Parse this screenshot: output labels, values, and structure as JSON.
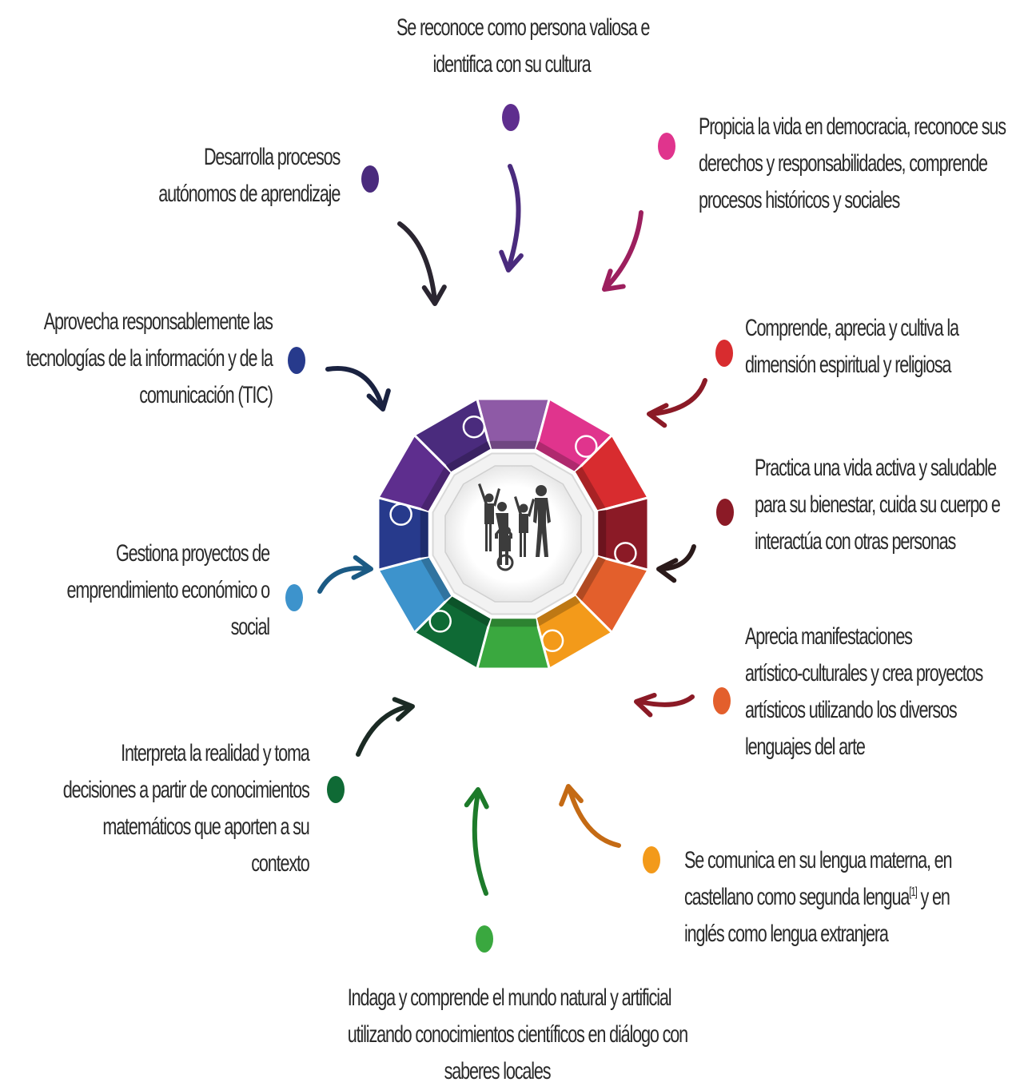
{
  "colors": {
    "purple_light": "#8e5aa6",
    "pink": "#e0348d",
    "red": "#d82c2f",
    "maroon": "#8b1a26",
    "orange": "#e35f2c",
    "amber": "#f39a1a",
    "green_light": "#3aa83f",
    "green_dark": "#0f6a35",
    "sky_blue": "#3d93cc",
    "navy": "#273a8c",
    "violet": "#5e2e8e",
    "indigo": "#4a2b7d"
  },
  "center_icon": "family-silhouette-icon",
  "competencies": [
    {
      "id": "top",
      "lines": [
        "Se reconoce como persona valiosa e",
        "identifica con su cultura"
      ]
    },
    {
      "id": "top-right",
      "lines": [
        "Propicia la vida en democracia, reconoce sus",
        "derechos y responsabilidades, comprende",
        "procesos históricos y sociales"
      ]
    },
    {
      "id": "right-1",
      "lines": [
        "Comprende, aprecia y cultiva la",
        "dimensión espiritual y religiosa"
      ]
    },
    {
      "id": "right-2",
      "lines": [
        "Practica una vida activa y saludable",
        "para su bienestar, cuida su cuerpo e",
        "interactúa con otras personas"
      ]
    },
    {
      "id": "right-3",
      "lines": [
        "Aprecia manifestaciones",
        "artístico-culturales y crea proyectos",
        "artísticos utilizando los diversos",
        "lenguajes del arte"
      ]
    },
    {
      "id": "bottom-right",
      "lines": [
        "Se comunica en su lengua materna, en",
        "castellano como segunda lengua",
        "[1]",
        " y en",
        "inglés como lengua extranjera"
      ]
    },
    {
      "id": "bottom",
      "lines": [
        "Indaga y comprende el mundo natural y artificial",
        "utilizando conocimientos científicos en diálogo con",
        "saberes locales"
      ]
    },
    {
      "id": "left-4",
      "lines": [
        "Interpreta la realidad y toma",
        "decisiones a partir de conocimientos",
        "matemáticos que aporten a su",
        "contexto"
      ]
    },
    {
      "id": "left-3",
      "lines": [
        "Gestiona proyectos de",
        "emprendimiento económico o",
        "social"
      ]
    },
    {
      "id": "left-2",
      "lines": [
        "Aprovecha responsablemente las",
        "tecnologías de la información y de la",
        "comunicación (TIC)"
      ]
    },
    {
      "id": "left-1",
      "lines": [
        "Desarrolla procesos",
        "autónomos de aprendizaje"
      ]
    }
  ]
}
